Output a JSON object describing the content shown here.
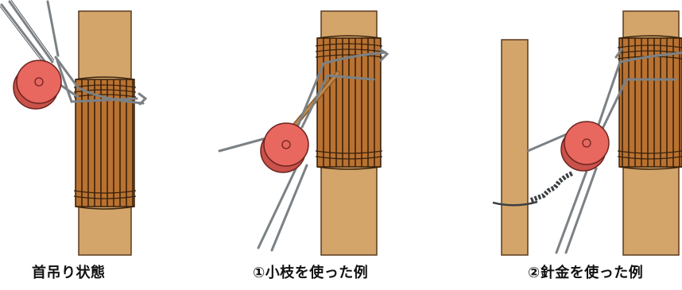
{
  "captions": {
    "panel_1": "首吊り状態",
    "panel_2": "①小枝を使った例",
    "panel_3": "②針金を使った例"
  },
  "colors": {
    "trunk_fill": "#d3a56a",
    "trunk_outline": "#5a3a1c",
    "wrap_fill": "#b97231",
    "wrap_outline": "#3a220c",
    "pulley_fill": "#e8675e",
    "pulley_outline": "#6b2420",
    "rope": "#7b8185",
    "background": "#ffffff"
  },
  "icons": {
    "pulley": "pulley-icon",
    "trunk": "tree-trunk-icon",
    "wrap": "bark-wrap-icon"
  }
}
